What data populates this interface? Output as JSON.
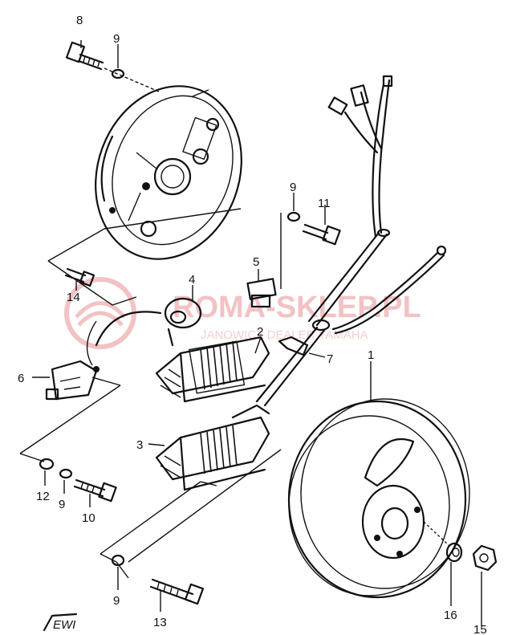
{
  "labels": {
    "p1": "1",
    "p2": "2",
    "p3": "3",
    "p4": "4",
    "p5": "5",
    "p6": "6",
    "p7": "7",
    "p8": "8",
    "p9a": "9",
    "p9b": "9",
    "p9c": "9",
    "p9d": "9",
    "p10": "10",
    "p11": "11",
    "p12": "12",
    "p13": "13",
    "p14": "14",
    "p15": "15",
    "p16": "16"
  },
  "watermark": {
    "main": "ROMA-SKLEP.PL",
    "sub": "JANOWICZ DEALER YAMAHA"
  },
  "corner_mark": "EWI",
  "colors": {
    "ink": "#111111",
    "watermark": "#f2c2c4"
  }
}
